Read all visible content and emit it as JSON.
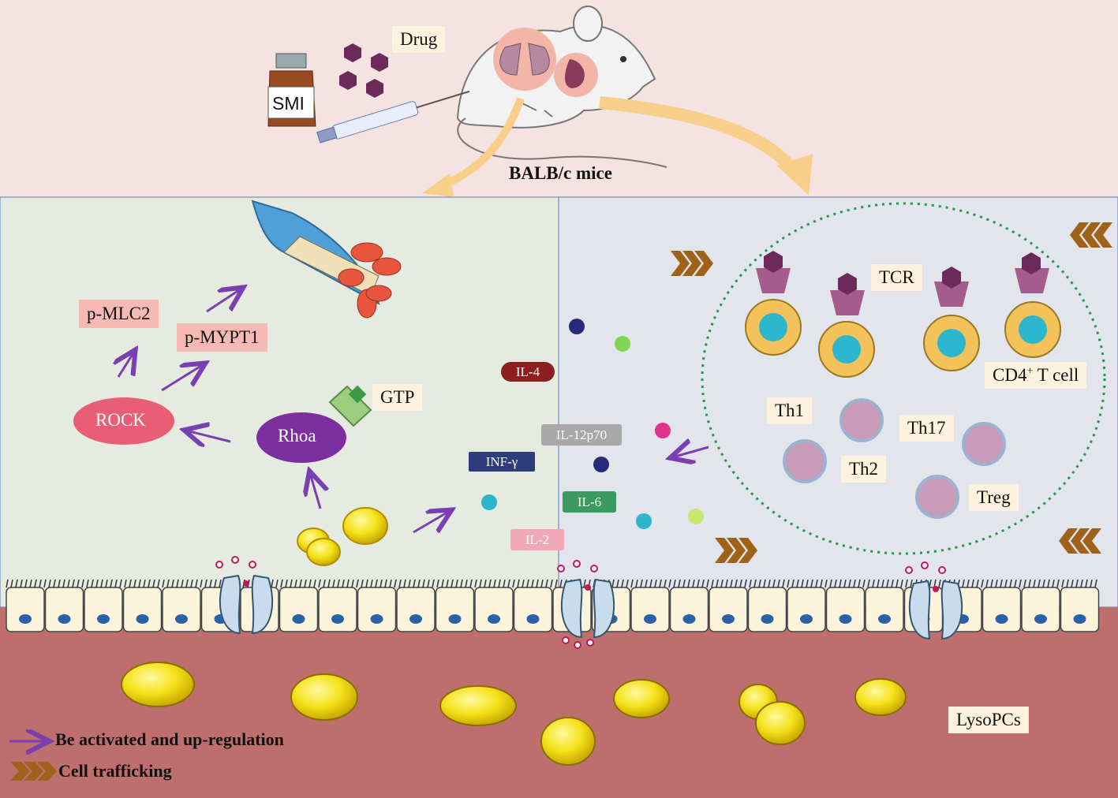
{
  "header": {
    "drug_label": "Drug",
    "vial_label": "SMI",
    "mouse_label": "BALB/c mice"
  },
  "pathway": {
    "p_mlc2": "p-MLC2",
    "p_mypt1": "p-MYPT1",
    "rock": "ROCK",
    "rhoa": "Rhoa",
    "gtp": "GTP"
  },
  "cytokines": {
    "il4": "IL-4",
    "il12p70": "IL-12p70",
    "infg": "INF-γ",
    "il6": "IL-6",
    "il2": "IL-2"
  },
  "tcells": {
    "tcr": "TCR",
    "cd4_main": "CD4",
    "cd4_sup": "+",
    "cd4_tail": " T cell",
    "th1": "Th1",
    "th2": "Th2",
    "th17": "Th17",
    "treg": "Treg"
  },
  "lower": {
    "lysopcs": "LysoPCs"
  },
  "legend": {
    "activated": "Be activated and up-regulation",
    "trafficking": "Cell trafficking"
  },
  "colors": {
    "top_bg": "#f5e3e1",
    "left_panel": "#e6ebe1",
    "right_panel": "#e3e5ec",
    "tissue": "#bf6e6e",
    "arrow_purple": "#7a3fb0",
    "rock_pink": "#e85f75",
    "rhoa_purple": "#7c2f9e",
    "lipid_yellow": "#f2df12",
    "chevron_brown": "#a0611a",
    "dotted_green": "#1f9a4a"
  }
}
